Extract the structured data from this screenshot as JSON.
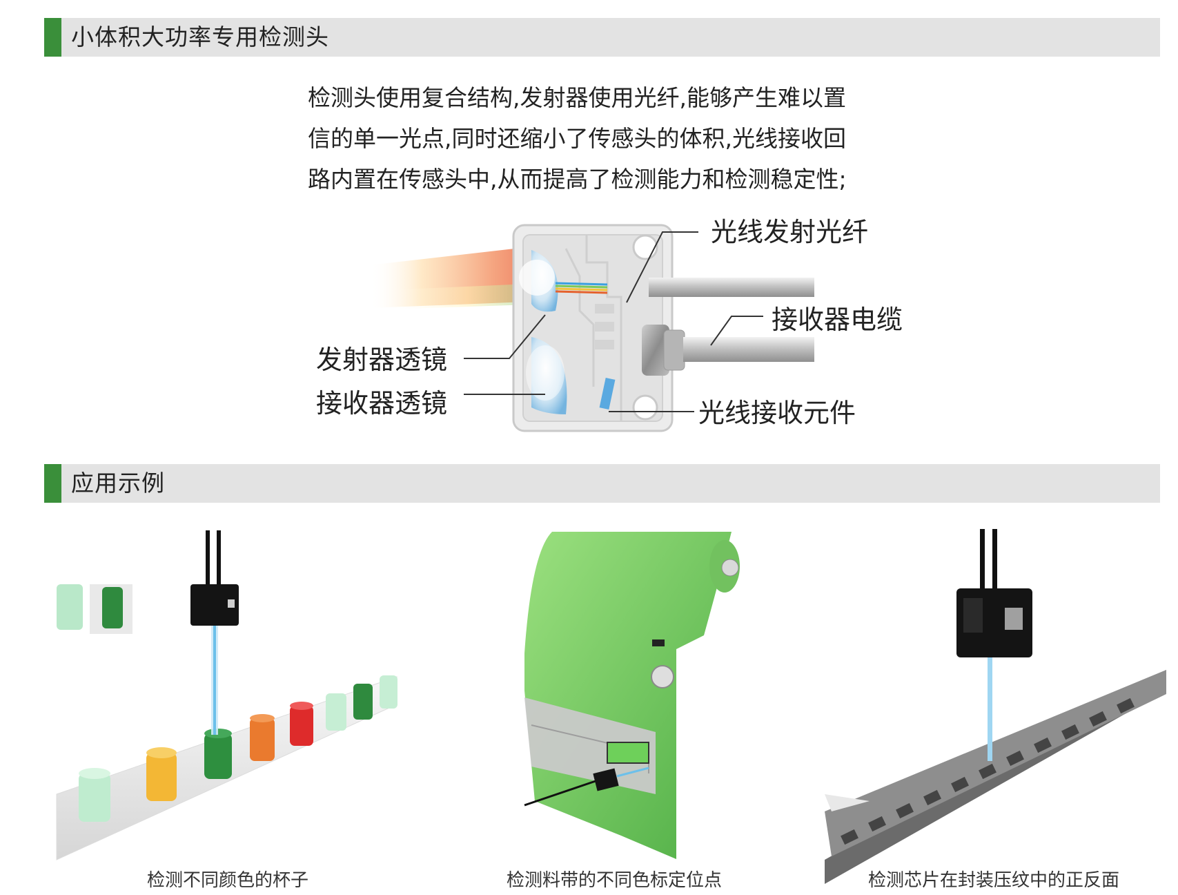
{
  "section1": {
    "title": "小体积大功率专用检测头"
  },
  "intro": {
    "lines": [
      "检测头使用复合结构,发射器使用光纤,能够产生难以置",
      "信的单一光点,同时还缩小了传感头的体积,光线接收回",
      "路内置在传感头中,从而提高了检测能力和检测稳定性;"
    ]
  },
  "diagram": {
    "callouts": {
      "fiber": "光线发射光纤",
      "cable": "接收器电缆",
      "emitter_lens": "发射器透镜",
      "receiver_lens": "接收器透镜",
      "receiver_element": "光线接收元件"
    }
  },
  "section2": {
    "title": "应用示例"
  },
  "examples": [
    {
      "caption": "检测不同颜色的杯子"
    },
    {
      "caption": "检测料带的不同色标定位点"
    },
    {
      "caption": "检测芯片在封装压纹中的正反面"
    }
  ],
  "colors": {
    "accent_green": "#3a8f3a",
    "bar_gray": "#e3e3e3",
    "tape_green": "#7fd36a"
  }
}
